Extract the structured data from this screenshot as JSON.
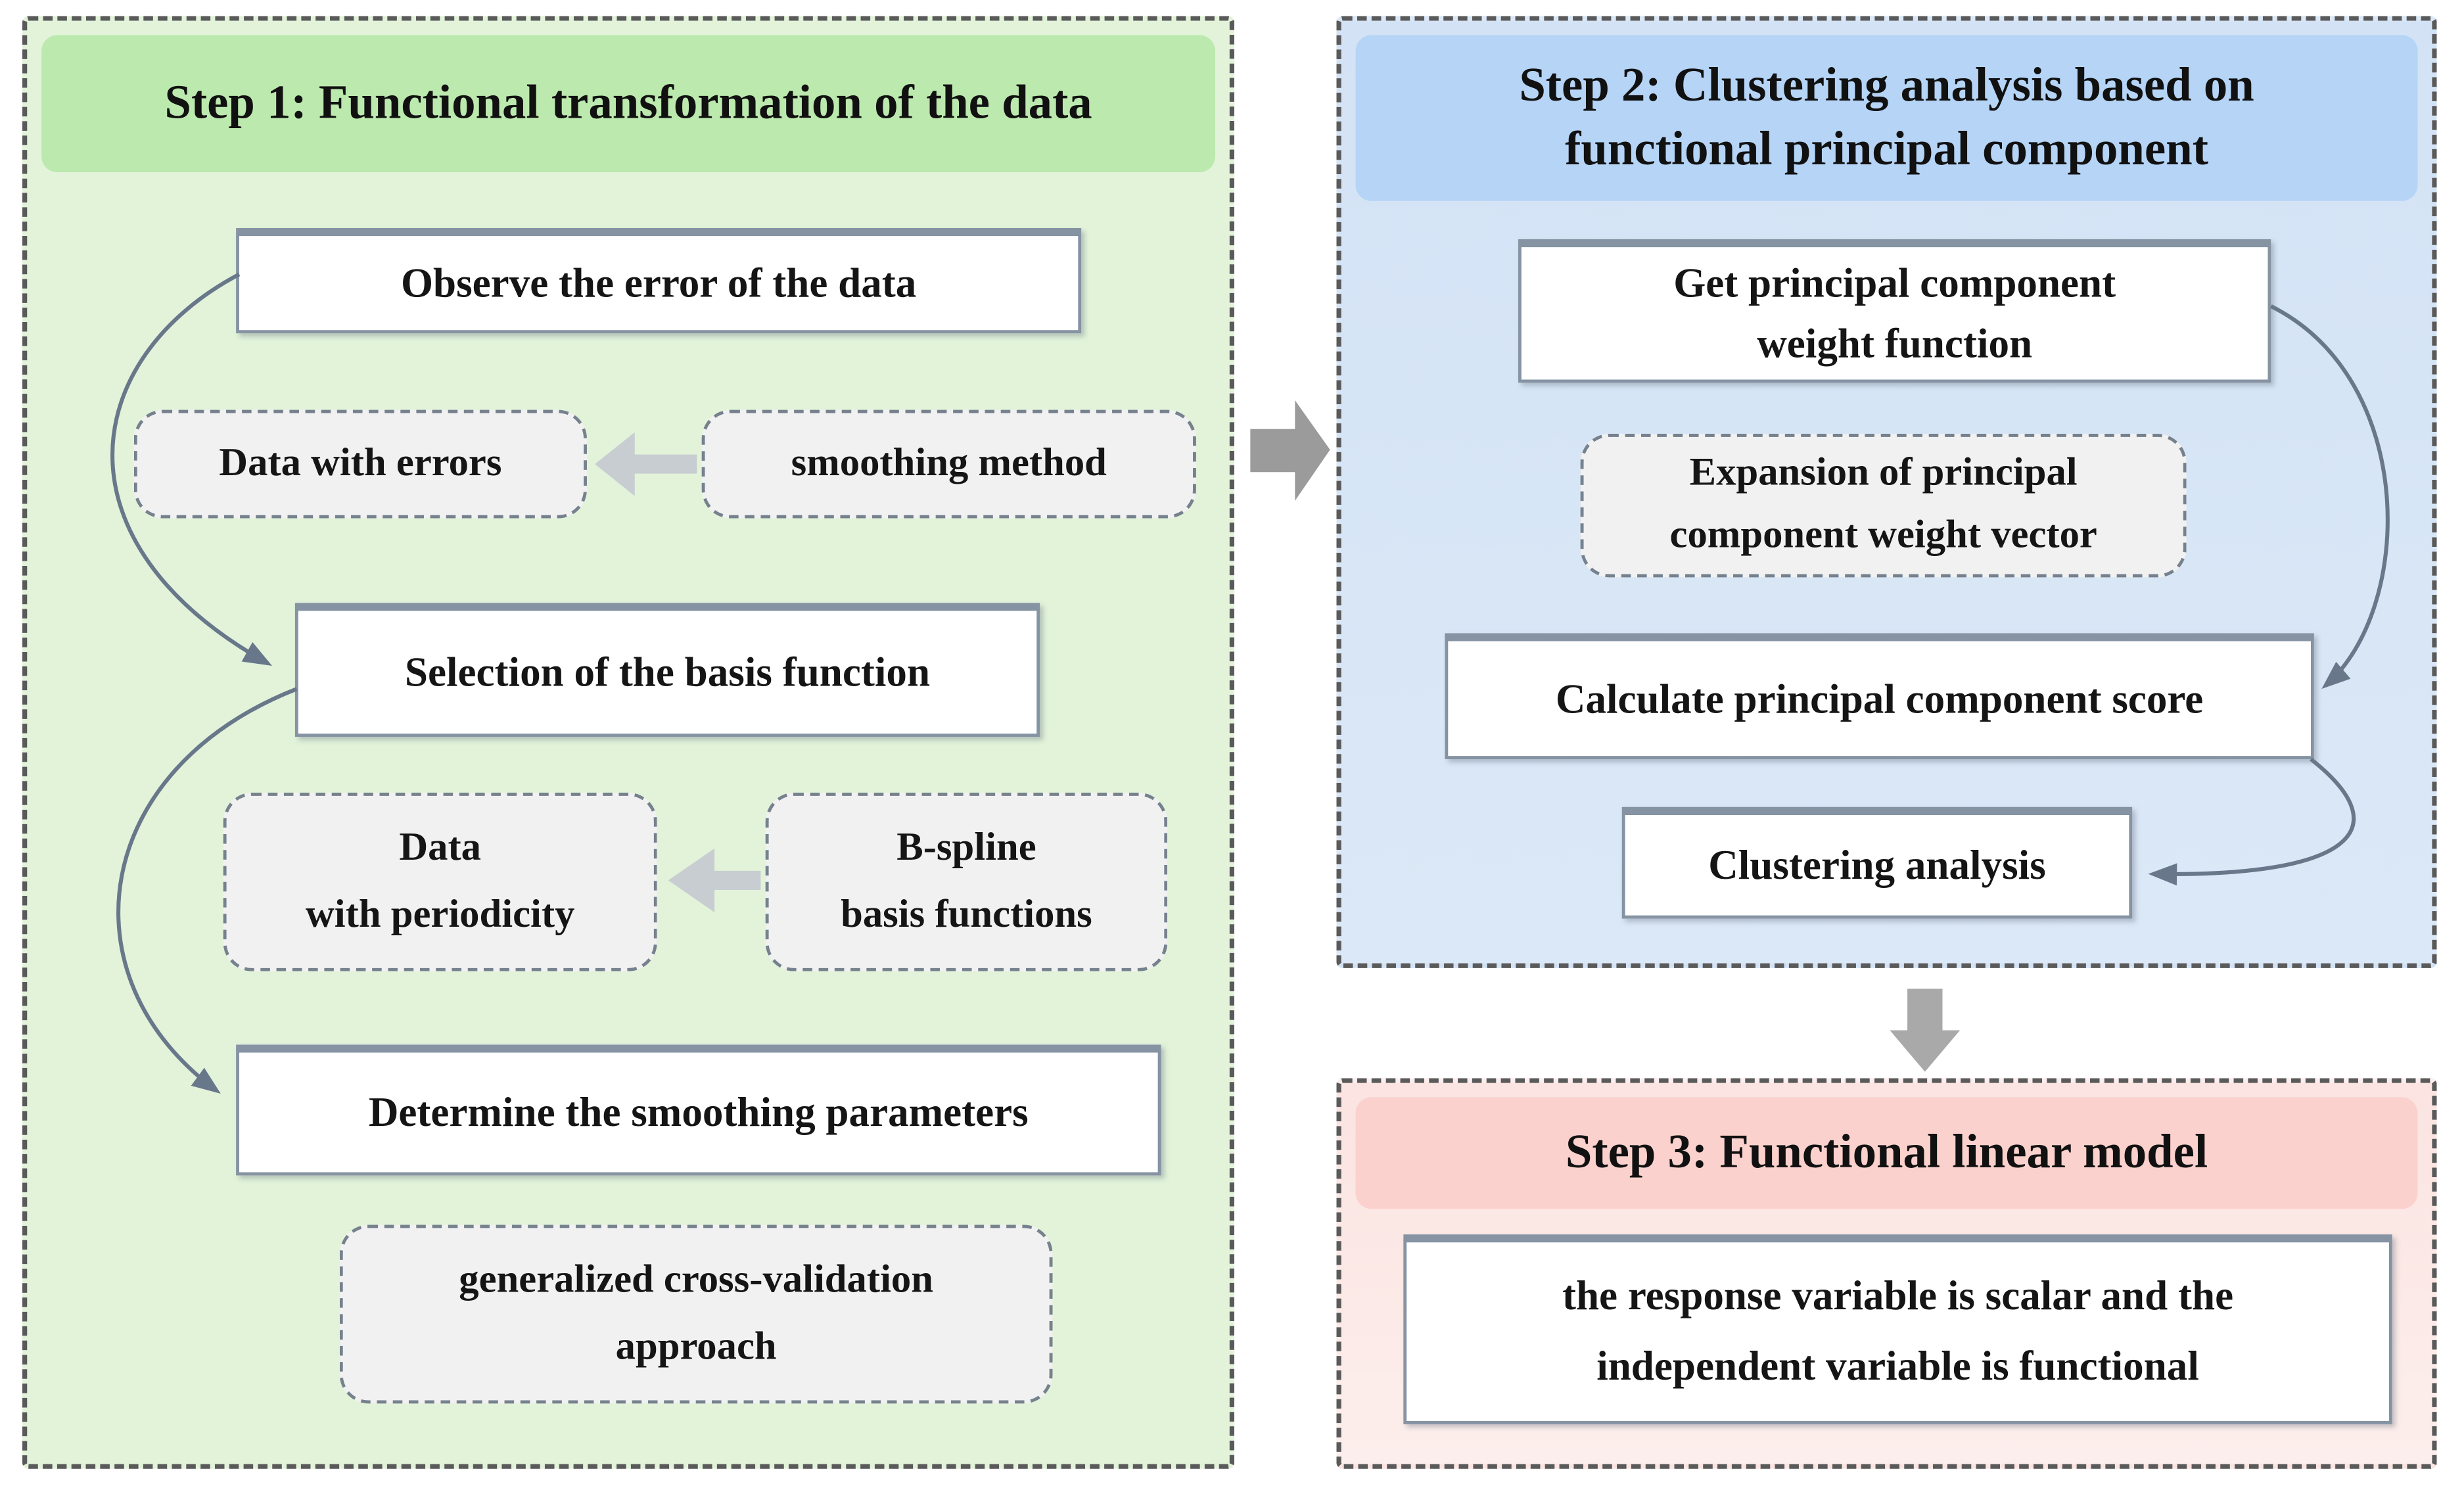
{
  "palette": {
    "step1_header_bg": "#bce9ae",
    "step1_panel_bg": "#e2f3da",
    "step2_header_bg": "#b5d4f6",
    "step2_panel_bg": "#d8e6f6",
    "step3_header_bg": "#fbd1cd",
    "step3_panel_bg": "#fbe9e7",
    "panel_border": "#5a5a5a",
    "solid_box_border": "#8593a3",
    "dashed_box_bg": "#f1f1f1",
    "dashed_box_border": "#76818e",
    "curve_arrow": "#68788a",
    "block_arrow_gray": "#9b9b9b",
    "block_arrow_light": "#c8cdd1",
    "text": "#151515"
  },
  "step1": {
    "title": "Step 1: Functional transformation of the data",
    "observe": "Observe the error of the data",
    "data_with_errors": "Data with errors",
    "smoothing_method": "smoothing method",
    "selection": "Selection of the basis function",
    "periodicity_line1": "Data",
    "periodicity_line2": "with periodicity",
    "bspline_line1": "B-spline",
    "bspline_line2": "basis functions",
    "determine": "Determine the smoothing parameters",
    "gcv_line1": "generalized cross-validation",
    "gcv_line2": "approach"
  },
  "step2": {
    "title_line1": "Step 2: Clustering analysis based on",
    "title_line2": "functional principal component",
    "get_pc_line1": "Get principal component",
    "get_pc_line2": "weight function",
    "expansion_line1": "Expansion of principal",
    "expansion_line2": "component weight vector",
    "calculate": "Calculate principal component score",
    "clustering": "Clustering analysis"
  },
  "step3": {
    "title": "Step 3: Functional linear model",
    "model_line1": "the response variable is scalar and the",
    "model_line2": "independent variable is functional"
  }
}
